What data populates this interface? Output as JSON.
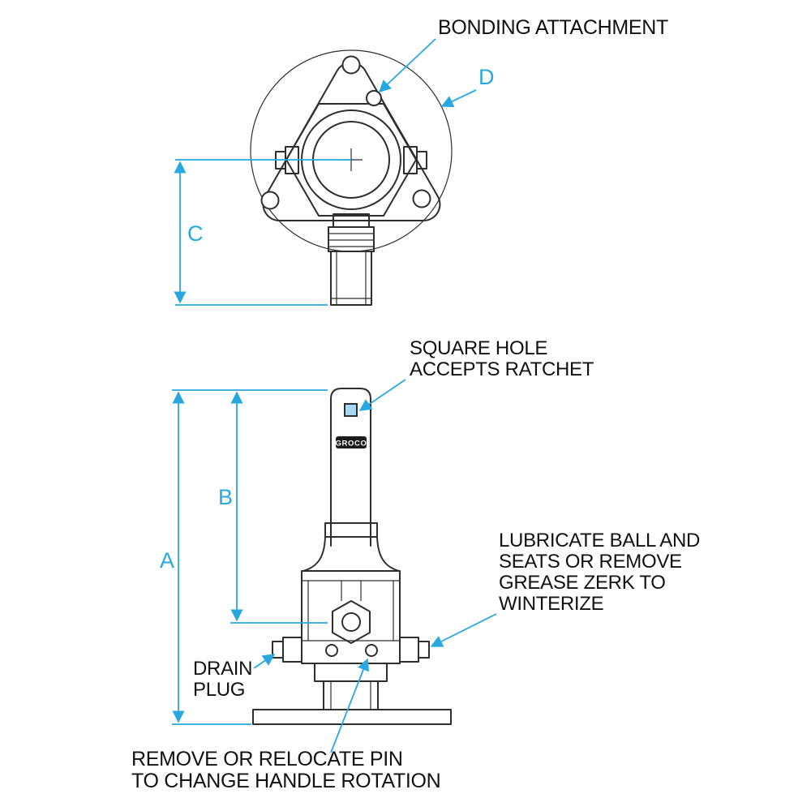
{
  "colors": {
    "line": "#2e2e2e",
    "accent": "#29a8e0",
    "label": "#111111"
  },
  "brand": "GROCO",
  "dimensions": {
    "a": "A",
    "b": "B",
    "c": "C",
    "d": "D"
  },
  "callouts": {
    "bonding": "BONDING ATTACHMENT",
    "square_hole": [
      "SQUARE HOLE",
      "ACCEPTS RATCHET"
    ],
    "lubricate": [
      "LUBRICATE BALL AND",
      "SEATS OR REMOVE",
      "GREASE ZERK TO",
      "WINTERIZE"
    ],
    "drain": [
      "DRAIN",
      "PLUG"
    ],
    "pin": [
      "REMOVE OR RELOCATE PIN",
      "TO CHANGE HANDLE ROTATION"
    ]
  }
}
